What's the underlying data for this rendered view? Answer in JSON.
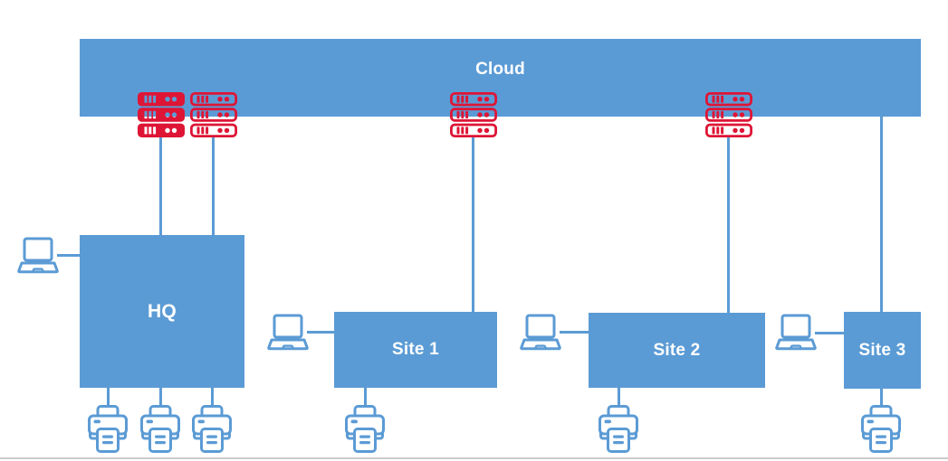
{
  "diagram": {
    "kind": "network-topology",
    "nodes": {
      "cloud": {
        "label": "Cloud"
      },
      "hq": {
        "label": "HQ"
      },
      "site1": {
        "label": "Site 1"
      },
      "site2": {
        "label": "Site 2"
      },
      "site3": {
        "label": "Site 3"
      }
    },
    "icons": {
      "server_rack_solid": {
        "name": "server-rack-icon",
        "style": "solid",
        "count": 1
      },
      "server_rack_outline": {
        "name": "server-rack-icon",
        "style": "outline",
        "count": 3
      },
      "laptop": {
        "name": "laptop-icon",
        "style": "outline",
        "count": 4
      },
      "printer": {
        "name": "printer-icon",
        "style": "outline",
        "count": 6
      }
    },
    "connections": [
      {
        "from": "server-rack-1",
        "to": "hq"
      },
      {
        "from": "server-rack-2",
        "to": "hq"
      },
      {
        "from": "server-rack-3",
        "to": "site1"
      },
      {
        "from": "server-rack-4",
        "to": "site2"
      },
      {
        "from": "cloud",
        "to": "site3"
      },
      {
        "from": "laptop-1",
        "to": "hq"
      },
      {
        "from": "laptop-2",
        "to": "site1"
      },
      {
        "from": "laptop-3",
        "to": "site2"
      },
      {
        "from": "laptop-4",
        "to": "site3"
      },
      {
        "from": "hq",
        "to": "printer-1"
      },
      {
        "from": "hq",
        "to": "printer-2"
      },
      {
        "from": "hq",
        "to": "printer-3"
      },
      {
        "from": "site1",
        "to": "printer-4"
      },
      {
        "from": "site2",
        "to": "printer-5"
      },
      {
        "from": "site3",
        "to": "printer-6"
      }
    ]
  },
  "colors": {
    "background": "#ffffff",
    "node_fill": "#5b9bd5",
    "connector": "#5b9bd5",
    "device_icon": "#5b9bd5",
    "server_icon": "#de1535",
    "label_text": "#ffffff",
    "divider": "#cbcbcb"
  }
}
